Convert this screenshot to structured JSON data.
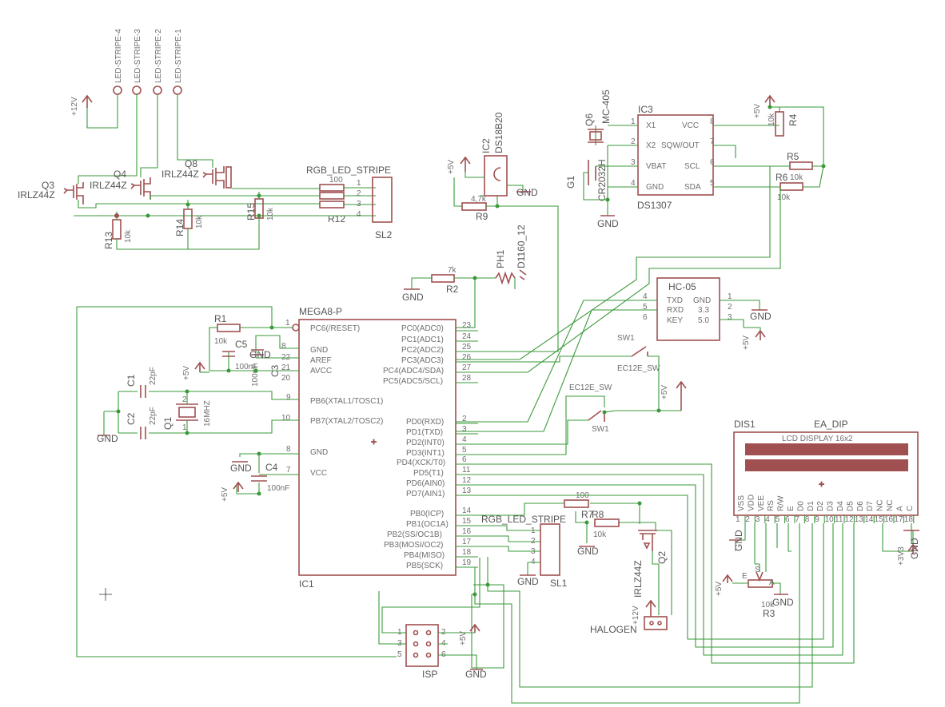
{
  "labels": {
    "led_stripe_4": "LED-STRIPE-4",
    "led_stripe_3": "LED-STRIPE-3",
    "led_stripe_2": "LED-STRIPE-2",
    "led_stripe_1": "LED-STRIPE-1",
    "plus12v_top": "+12V",
    "q3": "Q3",
    "q4": "Q4",
    "q8": "Q8",
    "irlz_q3": "IRLZ44Z",
    "irlz_q4": "IRLZ44Z",
    "irlz_q8": "IRLZ44Z",
    "r13": "R13",
    "r13_val": "10k",
    "r14": "R14",
    "r14_val": "10k",
    "r15": "R15",
    "r15_val": "10k",
    "rgb_top": "RGB_LED_STRIPE",
    "r100": "100",
    "r12": "R12",
    "sl2": "SL2",
    "ic2": "IC2",
    "ds18b20": "DS18B20",
    "plus5v_ds": "+5V",
    "gnd_ds": "GND",
    "r9_val": "4,7k",
    "r9": "R9",
    "q6": "Q6",
    "mc405": "MC-405",
    "g1": "G1",
    "cr2032": "CR2032H",
    "ic3": "IC3",
    "ds1307": "DS1307",
    "ic3_x1": "X1",
    "ic3_x2": "X2",
    "ic3_vbat": "VBAT",
    "ic3_gnd": "GND",
    "ic3_vcc": "VCC",
    "ic3_sqw": "SQW/OUT",
    "ic3_scl": "SCL",
    "ic3_sda": "SDA",
    "ic3_p1": "1",
    "ic3_p2": "2",
    "ic3_p3": "3",
    "ic3_p4": "4",
    "ic3_p5": "5",
    "ic3_p6": "6",
    "ic3_p7": "7",
    "ic3_p8": "8",
    "gnd_rtc": "GND",
    "plus5v_rtc": "+5V",
    "r4": "R4",
    "r4_val": "10k",
    "r5": "R5",
    "r5_val": "10k",
    "r6": "R6",
    "r6_val": "10k",
    "ph1": "PH1",
    "d1160": "D1160_12",
    "r2_val": "7k",
    "r2": "R2",
    "gnd_r2": "GND",
    "hc05": "HC-05",
    "hc_txd": "TXD",
    "hc_rxd": "RXD",
    "hc_key": "KEY",
    "hc_gnd": "GND",
    "hc_33": "3.3",
    "hc_50": "5.0",
    "hc_p1": "1",
    "hc_p2": "2",
    "hc_p3": "3",
    "hc_p4": "4",
    "hc_p5": "5",
    "hc_p6": "6",
    "gnd_hc": "GND",
    "plus5v_hc": "+5V",
    "mega": "MEGA8-P",
    "ic1": "IC1",
    "r1": "R1",
    "r1_val": "10k",
    "c5": "C5",
    "c5_val": "100nF",
    "c3": "C3",
    "c3_val": "100nF",
    "gnd_c5": "GND",
    "plus5v_mega": "+5V",
    "c1": "C1",
    "c1_val": "22pF",
    "c2": "C2",
    "c2_val": "22pF",
    "q1": "Q1",
    "q1_val": "16MHZ",
    "gnd_xtal": "GND",
    "c4": "C4",
    "c4_val": "100nF",
    "gnd_c4": "GND",
    "plus5v_c4": "+5V",
    "pc6": "PC6(/RESET)",
    "m_gnd": "GND",
    "m_aref": "AREF",
    "m_avcc": "AVCC",
    "pb6": "PB6(XTAL1/TOSC1)",
    "pb7": "PB7(XTAL2/TOSC2)",
    "m_gnd2": "GND",
    "m_vcc": "VCC",
    "pc0": "PC0(ADC0)",
    "pc1": "PC1(ADC1)",
    "pc2": "PC2(ADC2)",
    "pc3": "PC3(ADC3)",
    "pc4": "PC4(ADC4/SDA)",
    "pc5": "PC5(ADC5/SCL)",
    "pd0": "PD0(RXD)",
    "pd1": "PD1(TXD)",
    "pd2": "PD2(INT0)",
    "pd3": "PD3(INT1)",
    "pd4": "PD4(XCK/T0)",
    "pd5": "PD5(T1)",
    "pd6": "PD6(AIN0)",
    "pd7": "PD7(AIN1)",
    "pb0": "PB0(ICP)",
    "pb1": "PB1(OC1A)",
    "pb2": "PB2(SS/OC1B)",
    "pb3": "PB3(MOSI/OC2)",
    "pb4": "PB4(MISO)",
    "pb5": "PB5(SCK)",
    "mp1": "1",
    "mp8a": "8",
    "mp22": "22",
    "mp21": "21",
    "mp20": "20",
    "mp9": "9",
    "mp10": "10",
    "mp8": "8",
    "mp7": "7",
    "mp23": "23",
    "mp24": "24",
    "mp25": "25",
    "mp26": "26",
    "mp27": "27",
    "mp28": "28",
    "mp2": "2",
    "mp3": "3",
    "mp4": "4",
    "mp5": "5",
    "mp6": "6",
    "mp11": "11",
    "mp12": "12",
    "mp13": "13",
    "mp14": "14",
    "mp15": "15",
    "mp16": "16",
    "mp17": "17",
    "mp18": "18",
    "mp19": "19",
    "sw1_top": "SW1",
    "ec12e_top": "EC12E_SW",
    "ec12e_mid": "EC12E_SW",
    "sw1_mid": "SW1",
    "plus5v_sw": "+5V",
    "rgb_mid": "RGB_LED_STRIPE",
    "sl1": "SL1",
    "gnd_sl1": "GND",
    "r7": "R7",
    "r7_val": "100",
    "r8": "R8",
    "r8_val": "10k",
    "q2": "Q2",
    "irlz_q2": "IRLZ44Z",
    "gnd_q2": "GND",
    "plus12v_h": "+12V",
    "halogen": "HALOGEN",
    "isp": "ISP",
    "plus5v_isp": "+5V",
    "gnd_isp": "GND",
    "isp_p1": "1",
    "isp_p2": "2",
    "isp_p3": "3",
    "isp_p4": "4",
    "isp_p5": "5",
    "isp_p6": "6",
    "dis1": "DIS1",
    "ea_dip": "EA_DIP",
    "lcd_title": "LCD DISPLAY 16x2",
    "lcd_pins": [
      "VSS",
      "VDD",
      "VEE",
      "RS",
      "R/W",
      "E",
      "D0",
      "D1",
      "D2",
      "D3",
      "D4",
      "D5",
      "D6",
      "D7",
      "NC",
      "NC",
      "A",
      "C"
    ],
    "lcd_nums": [
      "1",
      "2",
      "3",
      "4",
      "5",
      "6",
      "7",
      "8",
      "9",
      "10",
      "11",
      "12",
      "13",
      "14",
      "15",
      "16",
      "17",
      "18"
    ],
    "gnd_lcd": "GND",
    "plus3v3": "+3V3",
    "gnd_lcd2": "GND",
    "plus5v_r3": "+5V",
    "r3": "R3",
    "r3_val": "10k",
    "gnd_r3": "GND",
    "r3_e": "E",
    "r3_s": "S",
    "r3_a": "A"
  },
  "colors": {
    "symbol": "#a05050",
    "wire": "#3a9a3a",
    "text": "#6e6e6e",
    "lcd_bar": "#a05050"
  }
}
